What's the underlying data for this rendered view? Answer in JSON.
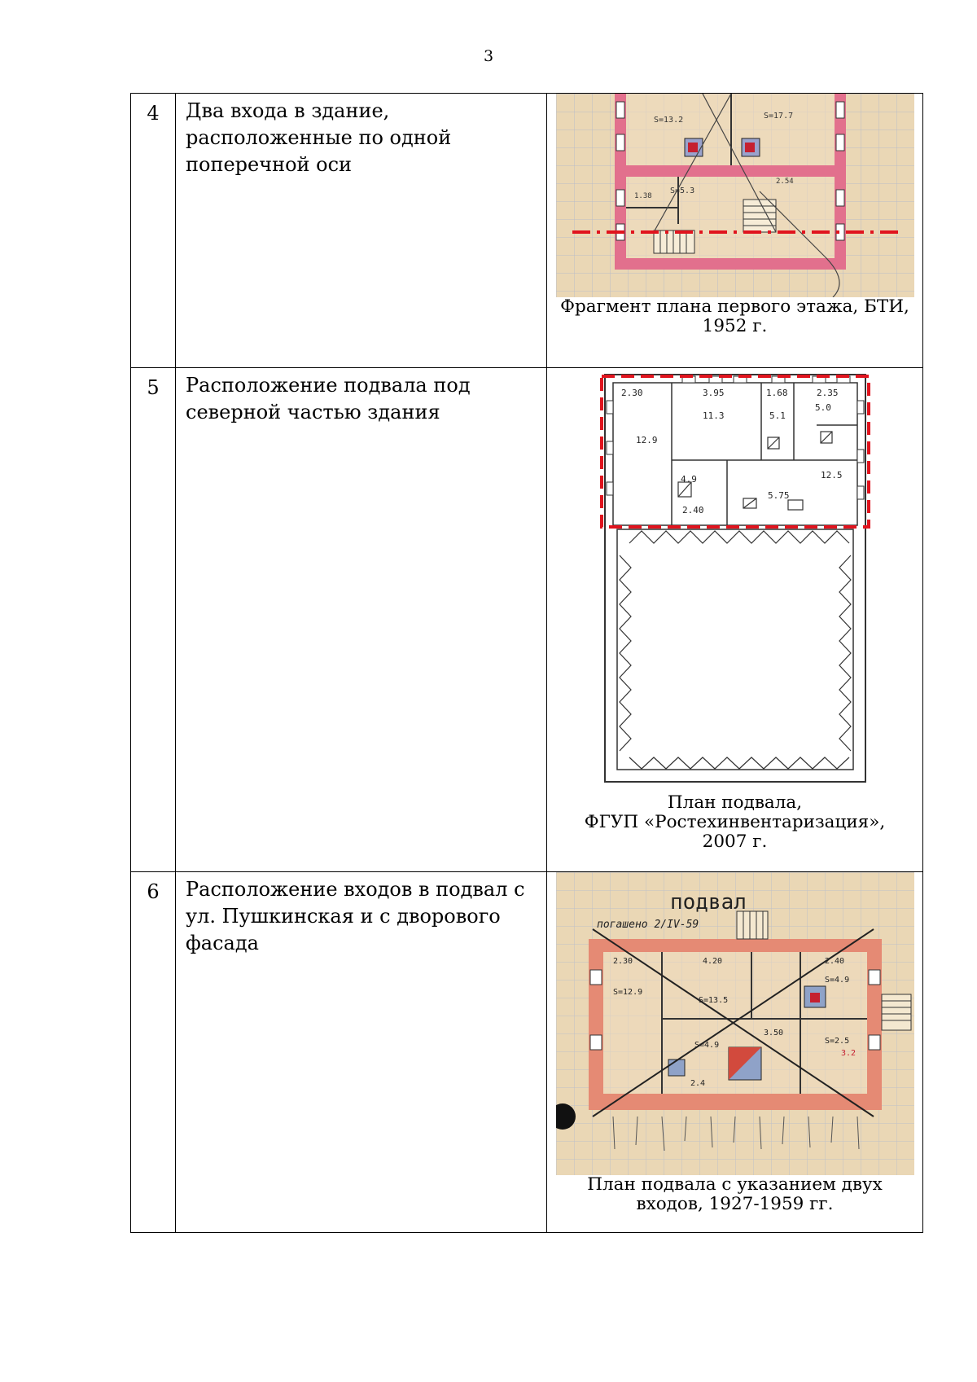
{
  "page_number": "3",
  "rows": [
    {
      "num": "4",
      "lines": [
        "Два входа в здание,",
        "расположенные по одной",
        "поперечной оси"
      ],
      "caption_lines": [
        "Фрагмент плана первого этажа, БТИ,",
        "1952 г."
      ],
      "plan_labels": [
        "S=13.2",
        "S=17.7",
        "S=5.3",
        "1.38",
        "2.54"
      ]
    },
    {
      "num": "5",
      "lines": [
        "Расположение подвала под",
        "северной частью здания"
      ],
      "caption_lines": [
        "План подвала,",
        "ФГУП «Ростехинвентаризация»,",
        "2007 г."
      ],
      "plan_labels": [
        "2.30",
        "3.95",
        "1.68",
        "2.35",
        "12.9",
        "11.3",
        "5.1",
        "5.0",
        "12.5",
        "4.9",
        "5.75",
        "2.40"
      ]
    },
    {
      "num": "6",
      "lines": [
        "Расположение входов в подвал с",
        "ул. Пушкинская и с дворового",
        "фасада"
      ],
      "caption_lines": [
        "План подвала с указанием двух",
        "входов, 1927-1959 гг."
      ],
      "plan_labels": [
        "подвал",
        "погашено 2/IV-59",
        "2.30",
        "4.20",
        "2.40",
        "S=12.9",
        "S=13.5",
        "S=4.9",
        "S=4.9",
        "3.50",
        "2.4",
        "S=2.5",
        "3.2"
      ]
    }
  ],
  "colors": {
    "accent_red": "#e0141e",
    "wall_pink": "#e2708d",
    "wall_salmon": "#e58a74",
    "paper": "#ead7b5",
    "grid": "#b9bcc8"
  }
}
